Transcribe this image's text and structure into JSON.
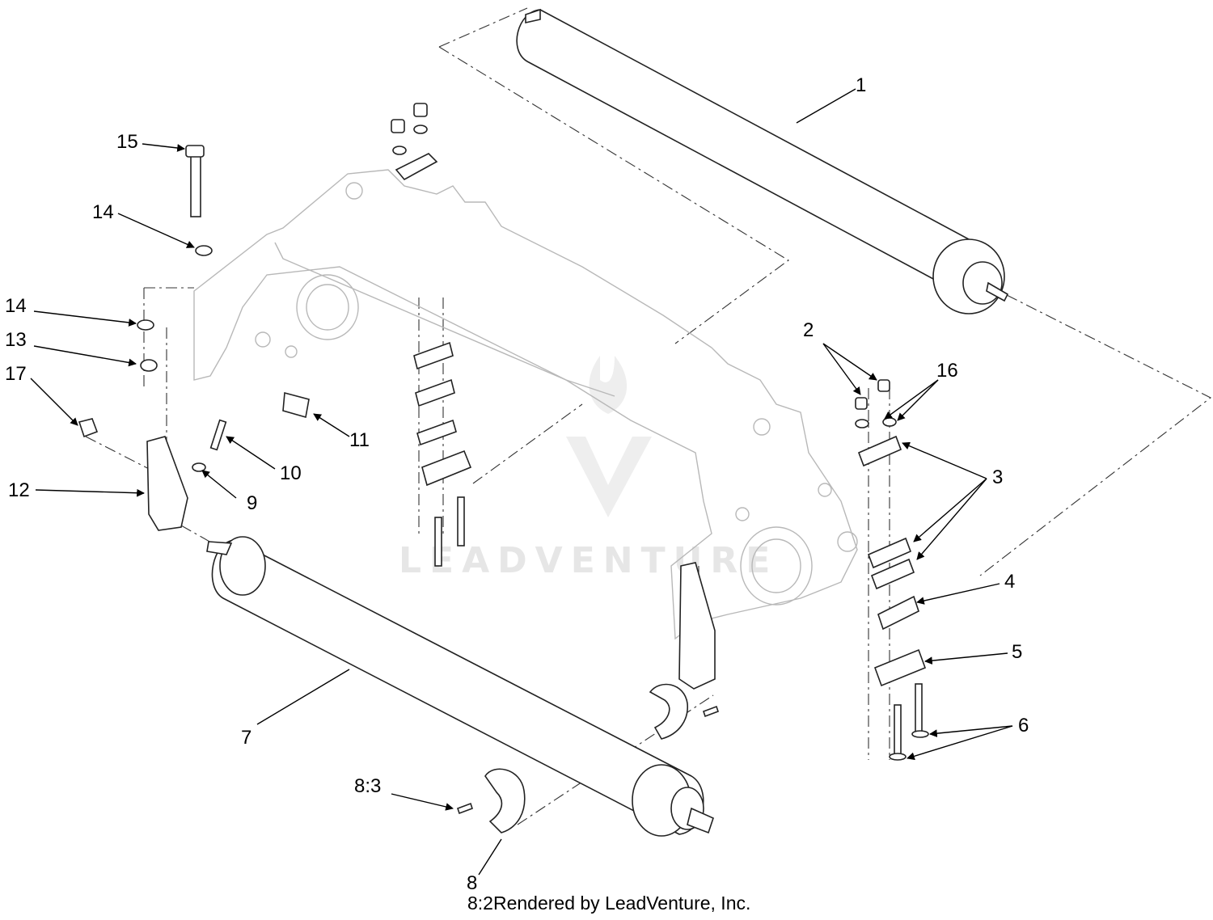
{
  "callouts": [
    "1",
    "2",
    "3",
    "4",
    "5",
    "6",
    "7",
    "8",
    "8:3",
    "9",
    "10",
    "11",
    "12",
    "13",
    "14",
    "14",
    "15",
    "16",
    "17"
  ],
  "footer": {
    "sub_index": "8:2",
    "credit": "Rendered by LeadVenture, Inc."
  },
  "watermark": {
    "text": "LEADVENTURE"
  }
}
